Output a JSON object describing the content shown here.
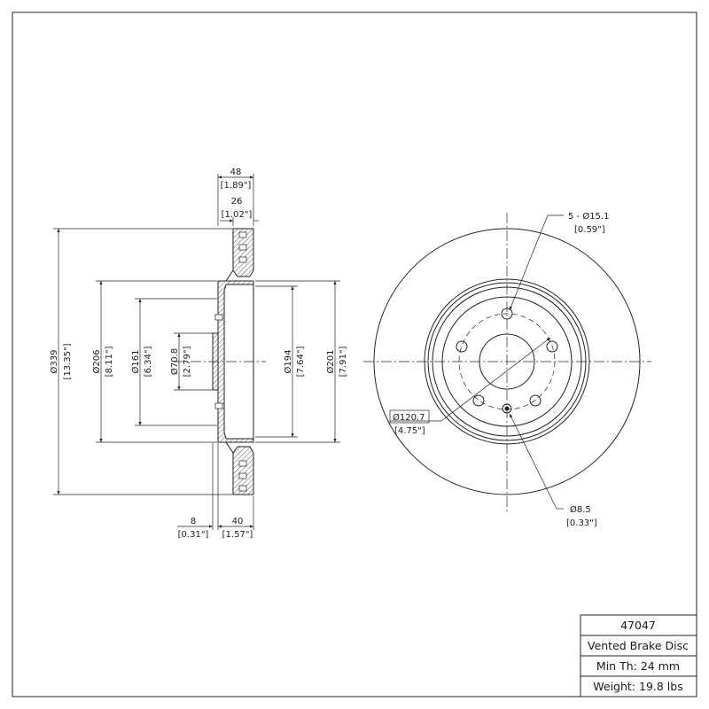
{
  "side_view": {
    "width_total": "48",
    "width_total_in": "[1.89\"]",
    "width_vent": "26",
    "width_vent_in": "[1.02\"]",
    "dia_outer": "Ø339",
    "dia_outer_in": "[13.35\"]",
    "dia_hat": "Ø206",
    "dia_hat_in": "[8.11\"]",
    "dia_bore_161": "Ø161",
    "dia_bore_161_in": "[6.34\"]",
    "dia_center": "Ø70.8",
    "dia_center_in": "[2.79\"]",
    "dia_194": "Ø194",
    "dia_194_in": "[7.64\"]",
    "dia_201": "Ø201",
    "dia_201_in": "[7.91\"]",
    "hat_thickness": "8",
    "hat_thickness_in": "[0.31\"]",
    "hat_height": "40",
    "hat_height_in": "[1.57\"]"
  },
  "front_view": {
    "lug_holes": "5 - Ø15.1",
    "lug_holes_in": "[0.59\"]",
    "bolt_circle": "Ø120.7",
    "bolt_circle_in": "[4.75\"]",
    "small_hole": "Ø8.5",
    "small_hole_in": "[0.33\"]"
  },
  "title_block": {
    "part_number": "47047",
    "description": "Vented Brake Disc",
    "min_thickness": "Min Th: 24 mm",
    "weight": "Weight: 19.8 lbs"
  }
}
